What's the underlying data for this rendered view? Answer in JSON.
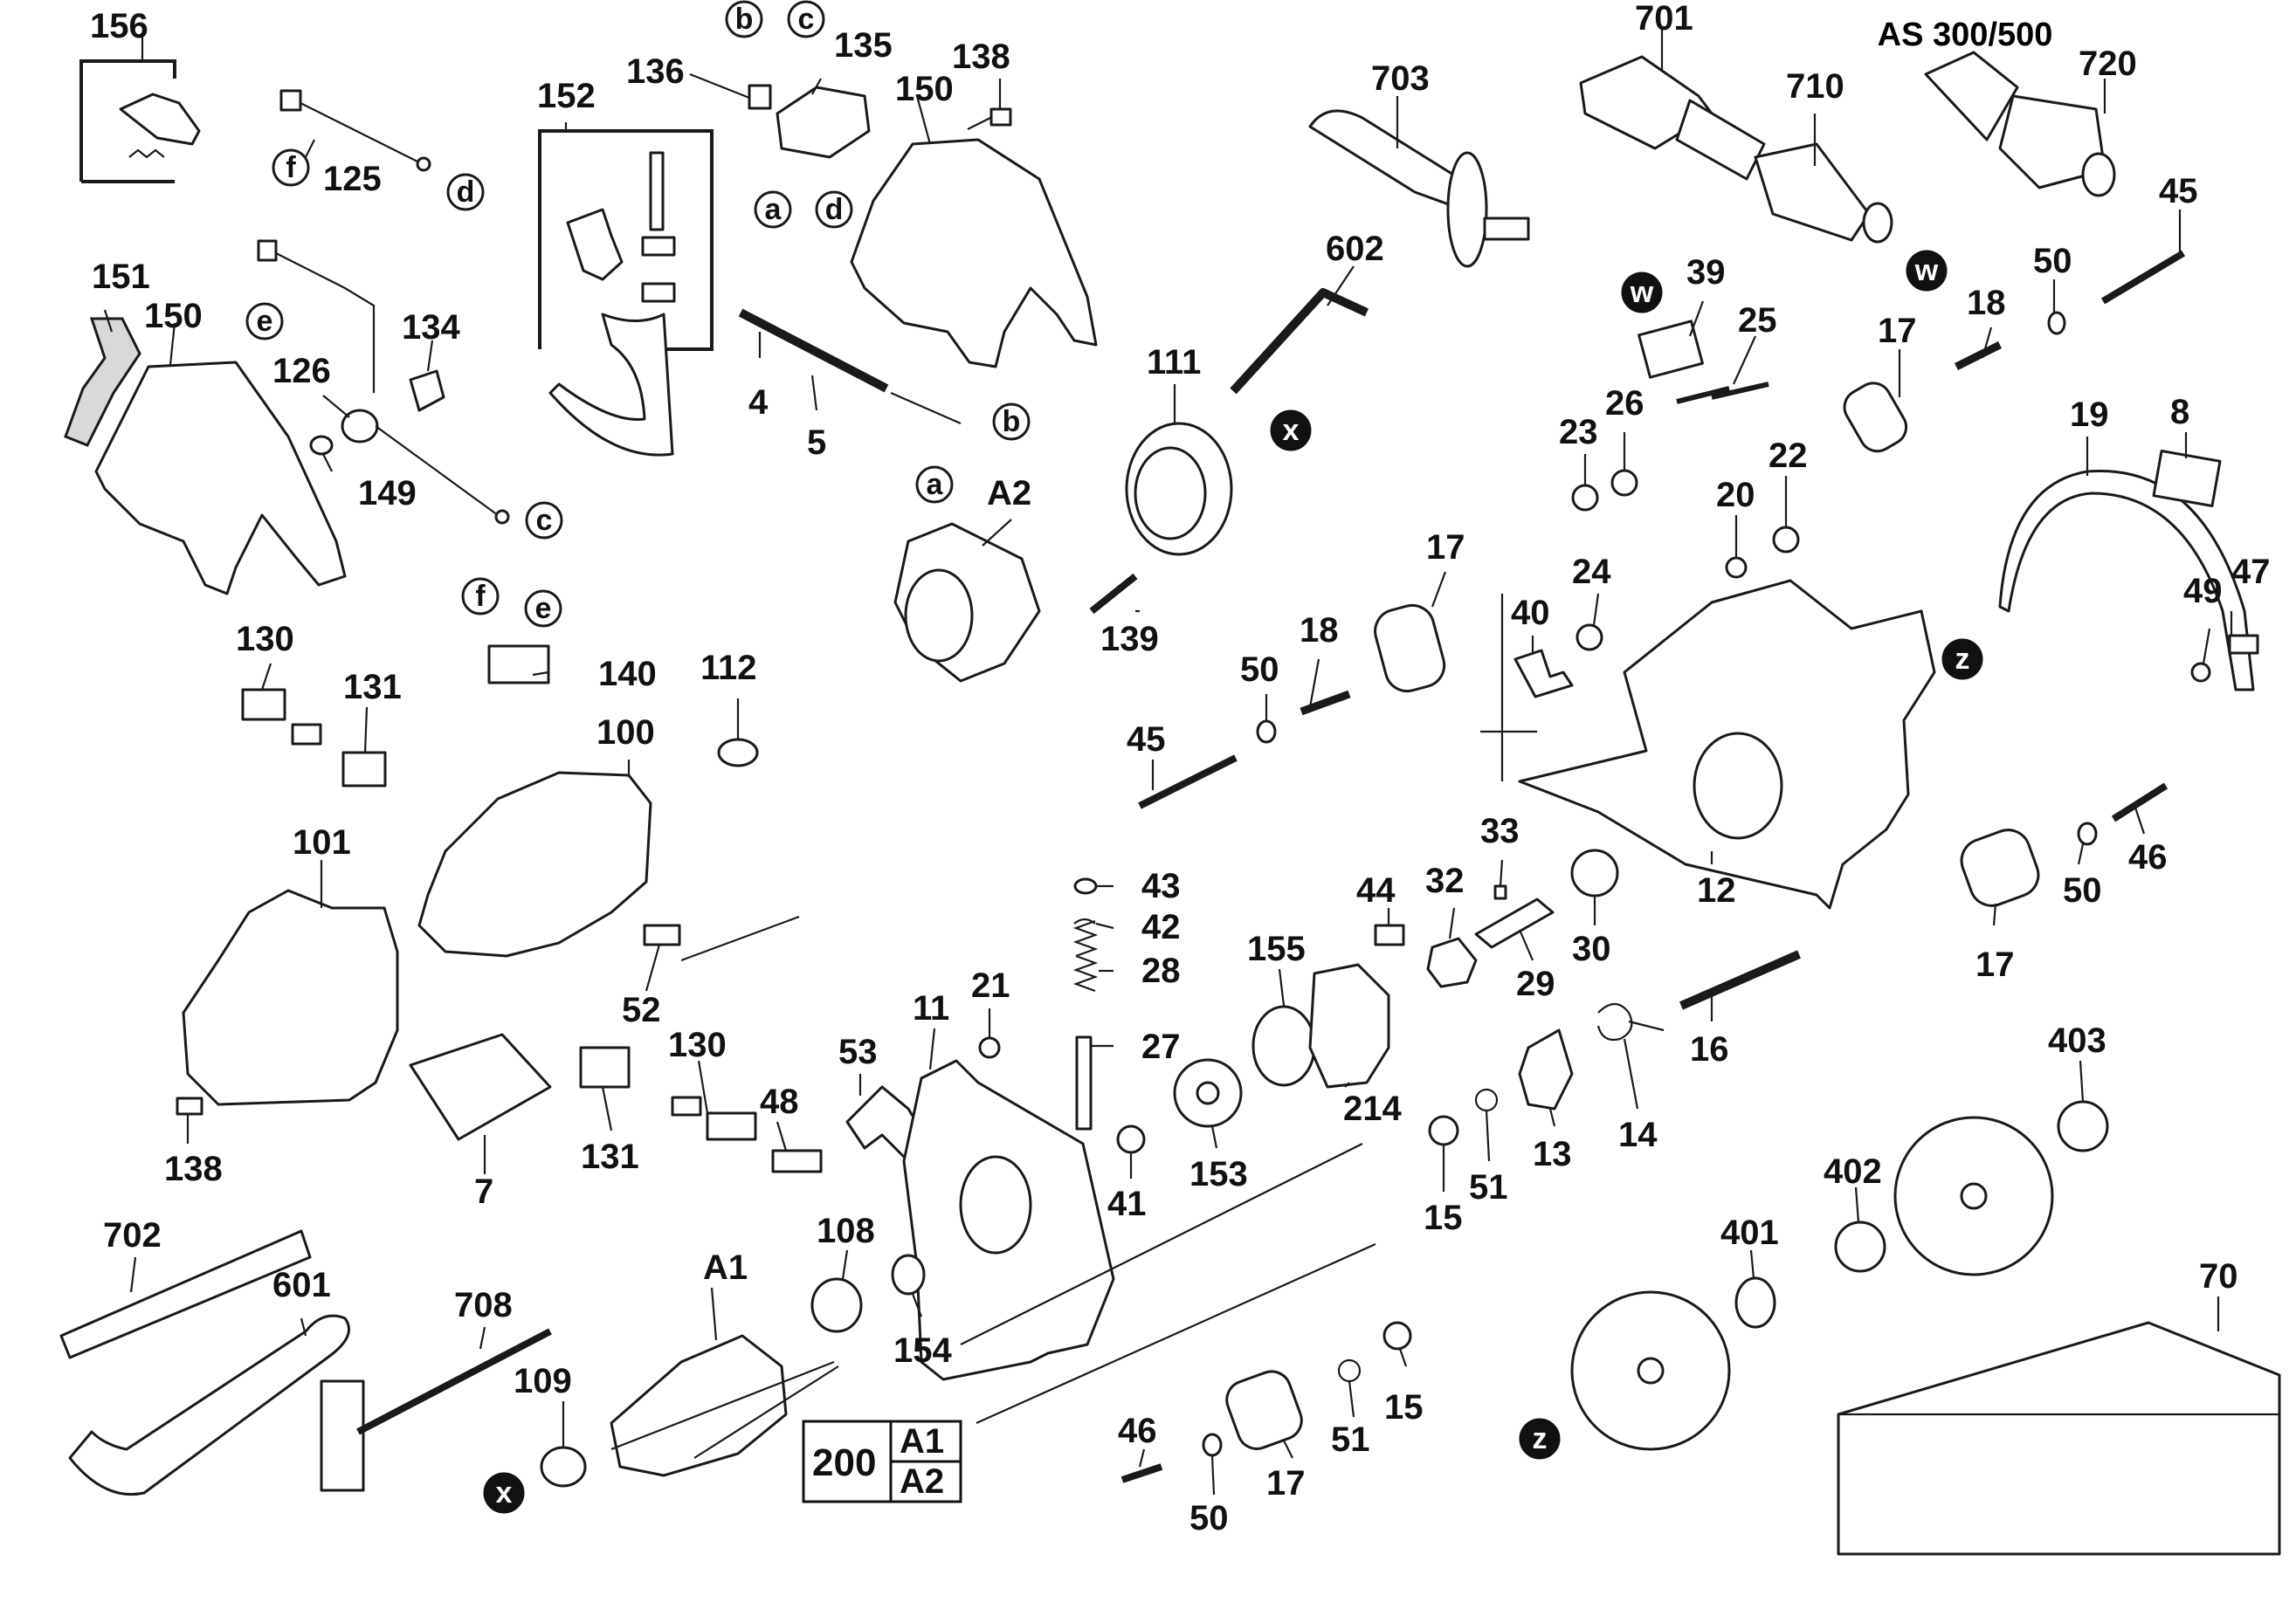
{
  "title": "",
  "model_label": "AS 300/500",
  "part_numbers": {
    "p156": "156",
    "p125": "125",
    "p152": "152",
    "p136": "136",
    "p135": "135",
    "p138a": "138",
    "p150a": "150",
    "p151": "151",
    "p150b": "150",
    "p134": "134",
    "p126": "126",
    "p149": "149",
    "p4": "4",
    "p5": "5",
    "p701": "701",
    "p703": "703",
    "p710": "710",
    "p720": "720",
    "p45a": "45",
    "p602": "602",
    "p39": "39",
    "p25": "25",
    "p17a": "17",
    "p18a": "18",
    "p50a": "50",
    "p111": "111",
    "pA2": "A2",
    "p26": "26",
    "p23": "23",
    "p22": "22",
    "p20": "20",
    "p19": "19",
    "p8": "8",
    "p47": "47",
    "p49": "49",
    "p17b": "17",
    "p139": "139",
    "p24": "24",
    "p40": "40",
    "p18b": "18",
    "p50b": "50",
    "p45b": "45",
    "p130a": "130",
    "p131a": "131",
    "p140": "140",
    "p112": "112",
    "p100": "100",
    "p101": "101",
    "p52": "52",
    "p33": "33",
    "p44": "44",
    "p32": "32",
    "p30": "30",
    "p29": "29",
    "p12": "12",
    "p46a": "46",
    "p50c": "50",
    "p17c": "17",
    "p43": "43",
    "p42": "42",
    "p28": "28",
    "p27": "27",
    "p21": "21",
    "p11": "11",
    "p53": "53",
    "p155": "155",
    "p214": "214",
    "p16": "16",
    "p14": "14",
    "p13": "13",
    "p130b": "130",
    "p131b": "131",
    "p48": "48",
    "p138b": "138",
    "p7": "7",
    "p41": "41",
    "p153": "153",
    "p15a": "15",
    "p51a": "51",
    "p403": "403",
    "p402": "402",
    "p401": "401",
    "p702": "702",
    "p108": "108",
    "pA1": "A1",
    "p154": "154",
    "p601": "601",
    "p708": "708",
    "p109": "109",
    "p46b": "46",
    "p50d": "50",
    "p17d": "17",
    "p51b": "51",
    "p15b": "15",
    "p70": "70"
  },
  "assembly_box": {
    "number": "200",
    "row1": "A1",
    "row2": "A2"
  },
  "reference_tags": {
    "open": [
      "b",
      "c",
      "f",
      "d",
      "a",
      "d",
      "e",
      "c",
      "b",
      "a",
      "f",
      "e"
    ],
    "solid": [
      "w",
      "w",
      "x",
      "z",
      "x",
      "z"
    ]
  }
}
